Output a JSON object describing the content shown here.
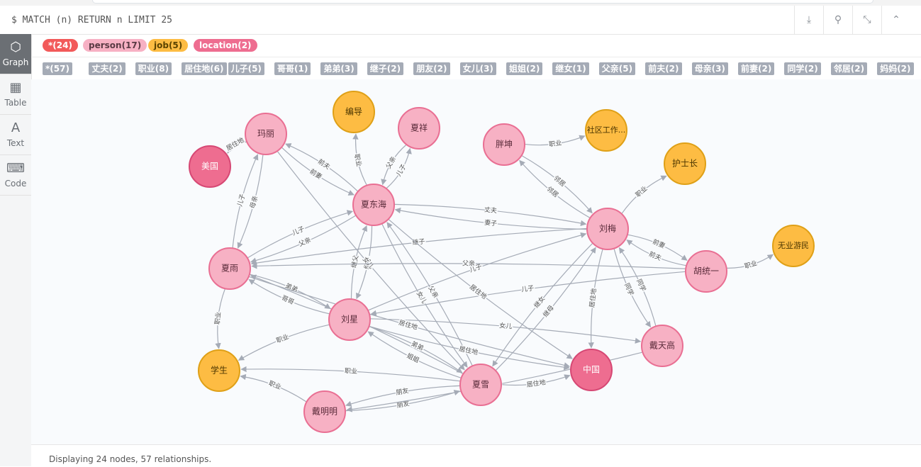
{
  "query": "$ MATCH (n) RETURN n LIMIT 25",
  "query_actions": [
    {
      "name": "download-icon",
      "glyph": "⤓"
    },
    {
      "name": "pin-icon",
      "glyph": "⚲"
    },
    {
      "name": "collapse-icon",
      "glyph": "⤡"
    },
    {
      "name": "chevron-up-icon",
      "glyph": "⌃"
    }
  ],
  "sidebar": [
    {
      "label": "Graph",
      "icon": "graph-icon",
      "glyph": "⬡",
      "active": true
    },
    {
      "label": "Table",
      "icon": "table-icon",
      "glyph": "▦",
      "active": false
    },
    {
      "label": "Text",
      "icon": "text-icon",
      "glyph": "A",
      "active": false
    },
    {
      "label": "Code",
      "icon": "code-icon",
      "glyph": "⌨",
      "active": false
    }
  ],
  "node_labels": [
    {
      "text": "*(24)",
      "color": "#f25a5a",
      "fg": "#ffffff"
    },
    {
      "text": "person(17)",
      "color": "#f7b1c4",
      "fg": "#5a3a44"
    },
    {
      "text": "job(5)",
      "color": "#fdbc43",
      "fg": "#5b4300"
    },
    {
      "text": "location(2)",
      "color": "#ee6d90",
      "fg": "#ffffff"
    }
  ],
  "relationship_types": [
    "*(57)",
    "丈夫(2)",
    "职业(8)",
    "居住地(6)",
    "儿子(5)",
    "哥哥(1)",
    "弟弟(3)",
    "继子(2)",
    "朋友(2)",
    "女儿(3)",
    "姐姐(2)",
    "继女(1)",
    "父亲(5)",
    "前夫(2)",
    "母亲(3)",
    "前妻(2)",
    "同学(2)",
    "邻居(2)",
    "妈妈(2)"
  ],
  "graph": {
    "colors": {
      "person": "#f7b1c4",
      "person_stroke": "#e96f93",
      "job": "#fdbc43",
      "job_stroke": "#dfa017",
      "location": "#ee6d90",
      "location_stroke": "#d64874",
      "edge": "#a5abb6",
      "edge_text": "#555555"
    },
    "nodes": [
      {
        "id": "mali",
        "label": "玛丽",
        "type": "person"
      },
      {
        "id": "meiguo",
        "label": "美国",
        "type": "location"
      },
      {
        "id": "biandao",
        "label": "编导",
        "type": "job"
      },
      {
        "id": "xiaxiang",
        "label": "夏祥",
        "type": "person"
      },
      {
        "id": "pangkun",
        "label": "胖坤",
        "type": "person"
      },
      {
        "id": "shequ",
        "label": "社区工作...",
        "type": "job"
      },
      {
        "id": "hushi",
        "label": "护士长",
        "type": "job"
      },
      {
        "id": "xiadonghai",
        "label": "夏东海",
        "type": "person"
      },
      {
        "id": "liumei",
        "label": "刘梅",
        "type": "person"
      },
      {
        "id": "wuye",
        "label": "无业游民",
        "type": "job"
      },
      {
        "id": "xiayu",
        "label": "夏雨",
        "type": "person"
      },
      {
        "id": "hutongyi",
        "label": "胡统一",
        "type": "person"
      },
      {
        "id": "liuxing",
        "label": "刘星",
        "type": "person"
      },
      {
        "id": "daitiangao",
        "label": "戴天高",
        "type": "person"
      },
      {
        "id": "xuesheng",
        "label": "学生",
        "type": "job"
      },
      {
        "id": "zhongguo",
        "label": "中国",
        "type": "location"
      },
      {
        "id": "xiaxue",
        "label": "夏雪",
        "type": "person"
      },
      {
        "id": "daimingming",
        "label": "戴明明",
        "type": "person"
      }
    ],
    "edges": [
      {
        "from": "mali",
        "to": "meiguo",
        "label": "居住地"
      },
      {
        "from": "mali",
        "to": "xiadonghai",
        "label": "前妻"
      },
      {
        "from": "xiadonghai",
        "to": "mali",
        "label": "前夫"
      },
      {
        "from": "xiadonghai",
        "to": "biandao",
        "label": "职业"
      },
      {
        "from": "xiadonghai",
        "to": "xiaxiang",
        "label": "儿子"
      },
      {
        "from": "xiaxiang",
        "to": "xiadonghai",
        "label": "父亲"
      },
      {
        "from": "xiayu",
        "to": "mali",
        "label": "儿子"
      },
      {
        "from": "mali",
        "to": "xiayu",
        "label": "母亲"
      },
      {
        "from": "pangkun",
        "to": "shequ",
        "label": "职业"
      },
      {
        "from": "pangkun",
        "to": "liumei",
        "label": "邻居"
      },
      {
        "from": "liumei",
        "to": "pangkun",
        "label": "邻居"
      },
      {
        "from": "liumei",
        "to": "hushi",
        "label": "职业"
      },
      {
        "from": "xiadonghai",
        "to": "liumei",
        "label": "丈夫"
      },
      {
        "from": "liumei",
        "to": "xiadonghai",
        "label": "妻子"
      },
      {
        "from": "liumei",
        "to": "xiayu",
        "label": "继子"
      },
      {
        "from": "xiayu",
        "to": "xiadonghai",
        "label": "儿子"
      },
      {
        "from": "xiadonghai",
        "to": "xiayu",
        "label": "父亲"
      },
      {
        "from": "liumei",
        "to": "hutongyi",
        "label": "前妻"
      },
      {
        "from": "hutongyi",
        "to": "liumei",
        "label": "前夫"
      },
      {
        "from": "hutongyi",
        "to": "wuye",
        "label": "职业"
      },
      {
        "from": "hutongyi",
        "to": "liuxing",
        "label": "儿子"
      },
      {
        "from": "liuxing",
        "to": "liumei",
        "label": "儿子"
      },
      {
        "from": "xiadonghai",
        "to": "liuxing",
        "label": "继子"
      },
      {
        "from": "liuxing",
        "to": "xiadonghai",
        "label": "继父"
      },
      {
        "from": "xiayu",
        "to": "liuxing",
        "label": "弟弟"
      },
      {
        "from": "liuxing",
        "to": "xiayu",
        "label": "哥哥"
      },
      {
        "from": "xiayu",
        "to": "xuesheng",
        "label": "职业"
      },
      {
        "from": "liuxing",
        "to": "xuesheng",
        "label": "职业"
      },
      {
        "from": "xiadonghai",
        "to": "xiaxue",
        "label": "女儿"
      },
      {
        "from": "xiaxue",
        "to": "xiadonghai",
        "label": "父亲"
      },
      {
        "from": "mali",
        "to": "xiaxue",
        "label": "女儿"
      },
      {
        "from": "xiaxue",
        "to": "liuxing",
        "label": "姐姐"
      },
      {
        "from": "xiaxue",
        "to": "xiayu",
        "label": "姐姐"
      },
      {
        "from": "liuxing",
        "to": "xiaxue",
        "label": "弟弟"
      },
      {
        "from": "liumei",
        "to": "xiaxue",
        "label": "继女"
      },
      {
        "from": "xiaxue",
        "to": "liumei",
        "label": "继母"
      },
      {
        "from": "liumei",
        "to": "zhongguo",
        "label": "居住地"
      },
      {
        "from": "liuxing",
        "to": "zhongguo",
        "label": "居住地"
      },
      {
        "from": "xiadonghai",
        "to": "zhongguo",
        "label": "居住地"
      },
      {
        "from": "xiaxue",
        "to": "zhongguo",
        "label": "居住地"
      },
      {
        "from": "xiaxue",
        "to": "xuesheng",
        "label": "职业"
      },
      {
        "from": "daimingming",
        "to": "xuesheng",
        "label": "职业"
      },
      {
        "from": "daimingming",
        "to": "xiaxue",
        "label": "朋友"
      },
      {
        "from": "xiaxue",
        "to": "daimingming",
        "label": "朋友"
      },
      {
        "from": "daitiangao",
        "to": "daimingming",
        "label": "父亲"
      },
      {
        "from": "daitiangao",
        "to": "liumei",
        "label": "同学"
      },
      {
        "from": "liumei",
        "to": "daitiangao",
        "label": "同学"
      },
      {
        "from": "liuxing",
        "to": "daitiangao",
        "label": "女儿"
      },
      {
        "from": "xiayu",
        "to": "zhongguo",
        "label": "居住地"
      },
      {
        "from": "hutongyi",
        "to": "xiayu",
        "label": "父亲"
      }
    ]
  },
  "status": "Displaying 24 nodes, 57 relationships."
}
